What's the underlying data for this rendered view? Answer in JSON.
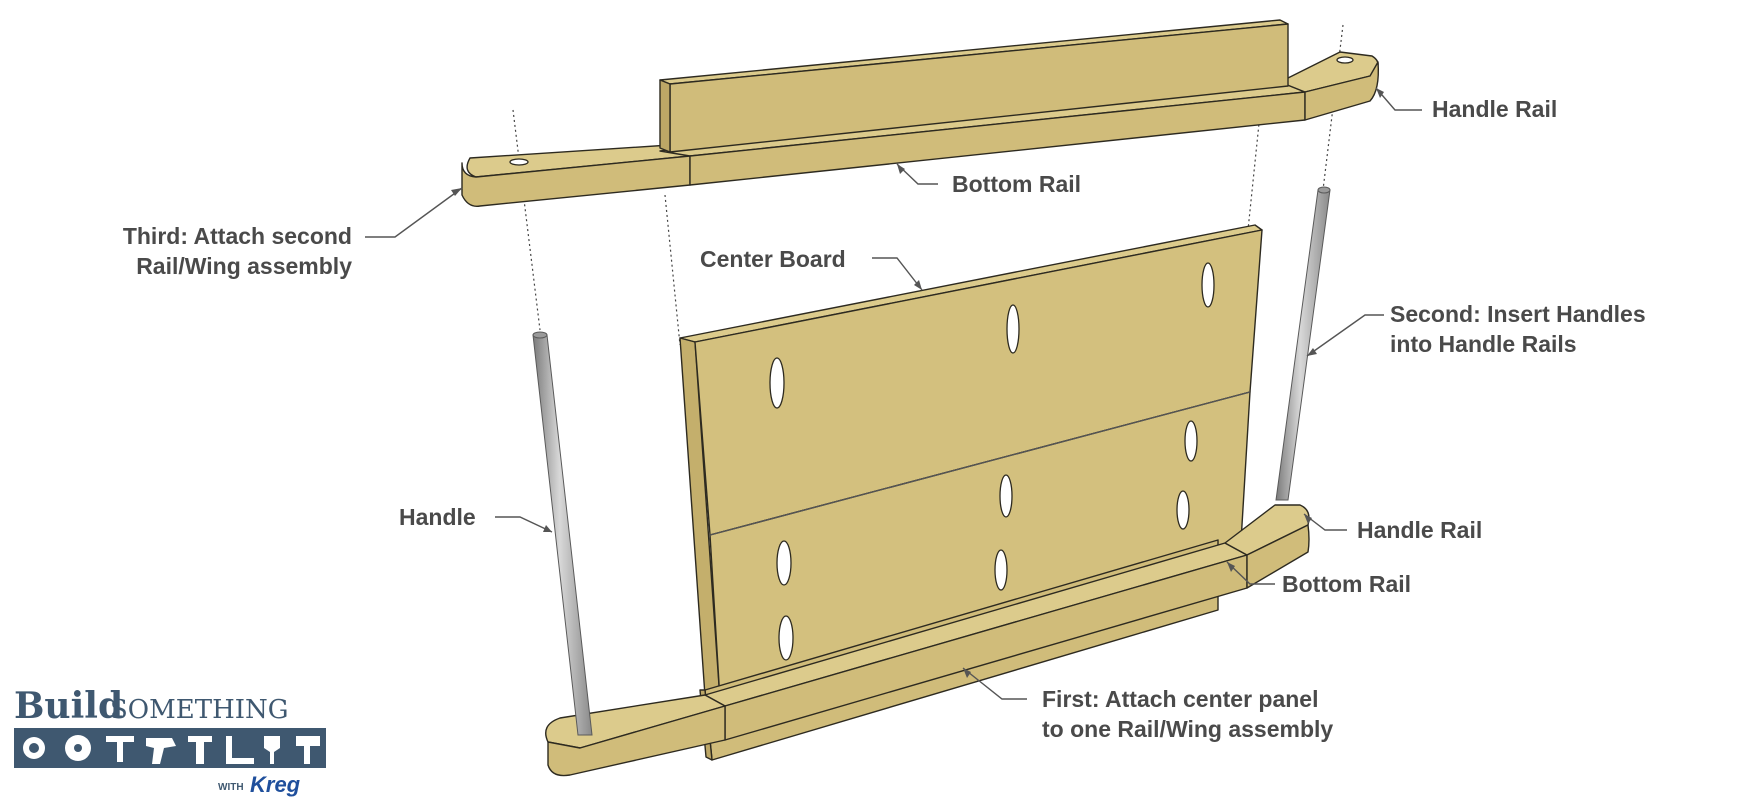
{
  "labels": {
    "handle_rail_top": "Handle Rail",
    "bottom_rail_top": "Bottom Rail",
    "third_step_line1": "Third: Attach second",
    "third_step_line2": "Rail/Wing assembly",
    "center_board": "Center Board",
    "second_step_line1": "Second: Insert Handles",
    "second_step_line2": "into Handle Rails",
    "handle": "Handle",
    "handle_rail_bottom": "Handle Rail",
    "bottom_rail_bottom": "Bottom Rail",
    "first_step_line1": "First: Attach center panel",
    "first_step_line2": "to one Rail/Wing assembly"
  },
  "logo": {
    "build": "Build",
    "something": "SOMETHING",
    "with": "WITH",
    "kreg": "Kreg"
  },
  "colors": {
    "wood": "#d3c07e",
    "handle_metal": "#a9a9a9",
    "label_text": "#4a4a4a",
    "logo_blue": "#3f5870",
    "kreg_blue": "#1f4f9c"
  }
}
